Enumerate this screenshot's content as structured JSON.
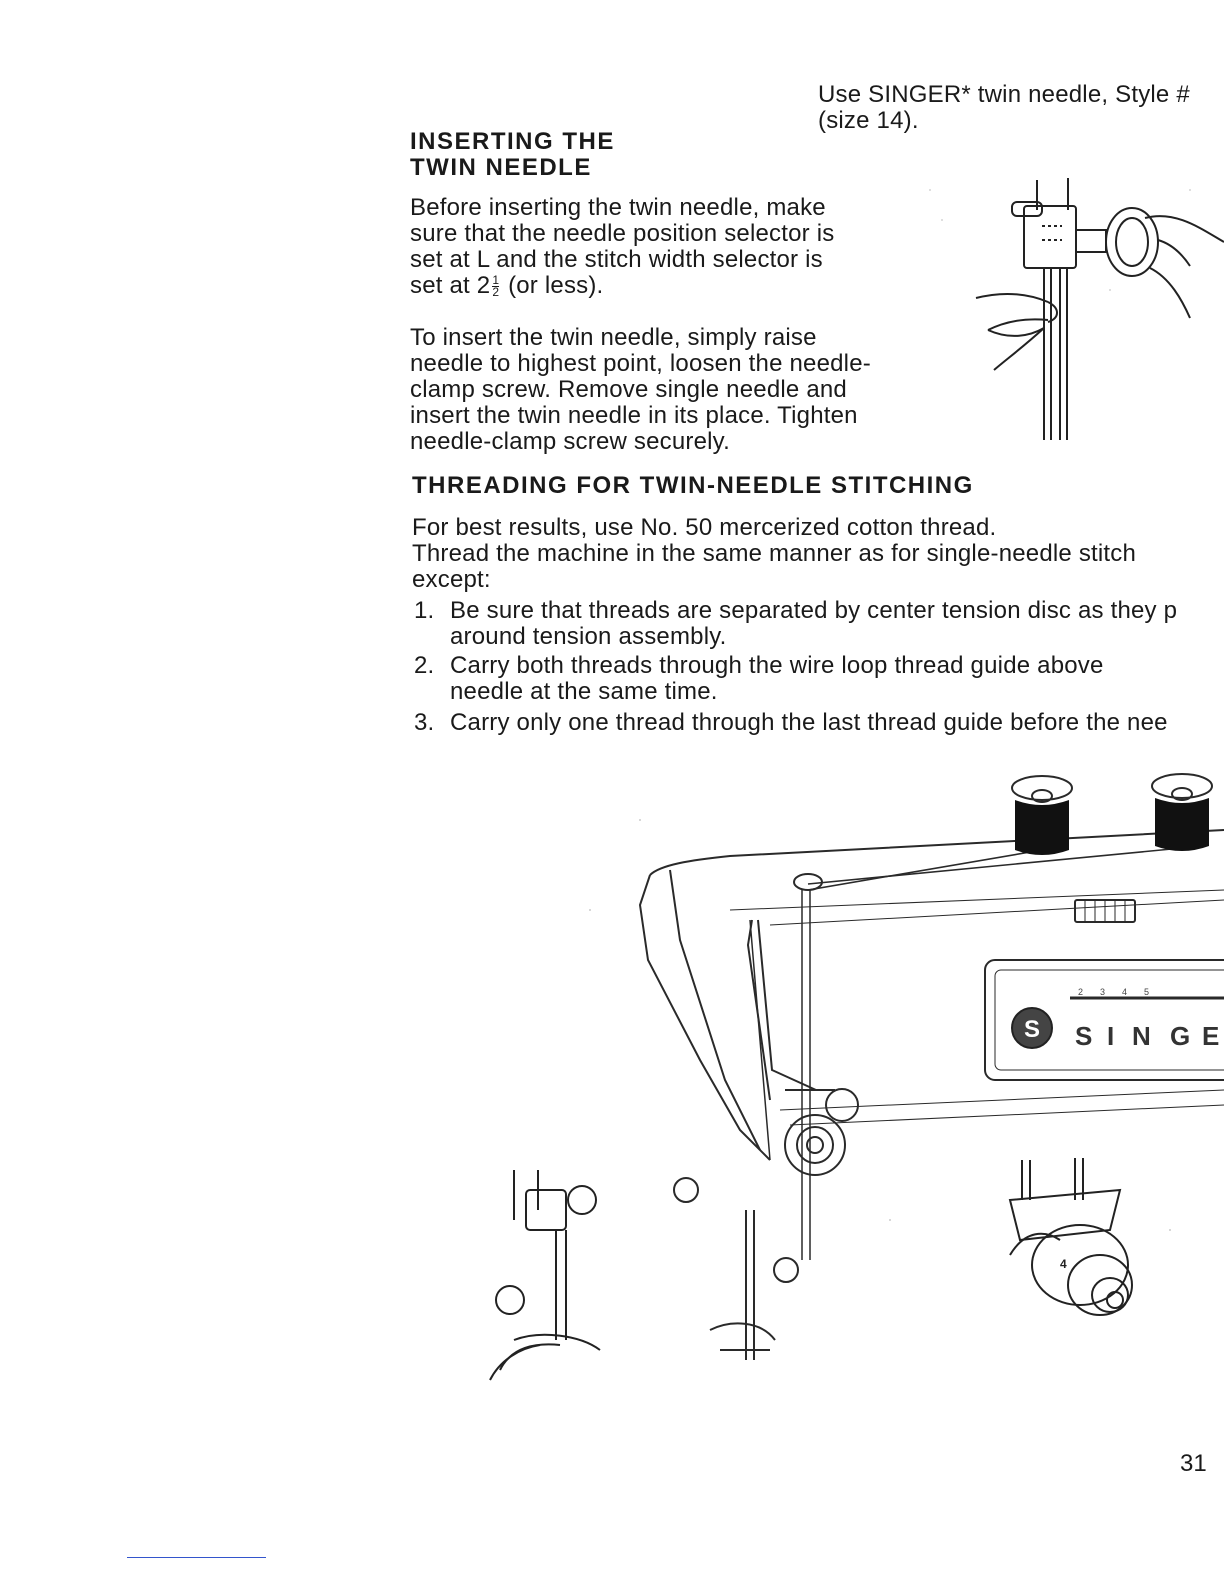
{
  "top_note": {
    "line1": "Use SINGER* twin needle, Style #",
    "line2": "(size 14)."
  },
  "inserting": {
    "heading_line1": "INSERTING THE",
    "heading_line2": "TWIN NEEDLE",
    "para1_lines": [
      "Before inserting the twin needle, make",
      "sure that the needle position selector is",
      "set at L and the stitch width selector is"
    ],
    "para1_last_prefix": "set at 2",
    "para1_fraction_num": "1",
    "para1_fraction_den": "2",
    "para1_last_suffix": " (or less).",
    "para2_lines": [
      "To insert the twin needle, simply raise",
      "needle to highest point, loosen the needle-",
      "clamp screw. Remove single needle and",
      "insert the twin needle in its place. Tighten",
      "needle-clamp screw securely."
    ]
  },
  "threading": {
    "heading": "THREADING FOR TWIN-NEEDLE STITCHING",
    "intro_lines": [
      "For best results, use No. 50 mercerized cotton thread.",
      "Thread the machine in the same manner as for single-needle stitch",
      "except:"
    ],
    "steps": [
      {
        "num": "1.",
        "line1": "Be sure that threads are separated by center tension disc as they p",
        "line2": "around tension assembly."
      },
      {
        "num": "2.",
        "line1": "Carry both threads through the wire loop thread guide above",
        "line2": "needle at the same time."
      },
      {
        "num": "3.",
        "line1": "Carry only one thread through the last thread guide before the nee",
        "line2": ""
      }
    ]
  },
  "illustration": {
    "brand_letters": [
      "S",
      "I",
      "N",
      "G",
      "E"
    ],
    "badge_letter": "S",
    "dial_number": "4",
    "scale_numbers": [
      "2",
      "3",
      "4",
      "5"
    ]
  },
  "page_number": "31"
}
